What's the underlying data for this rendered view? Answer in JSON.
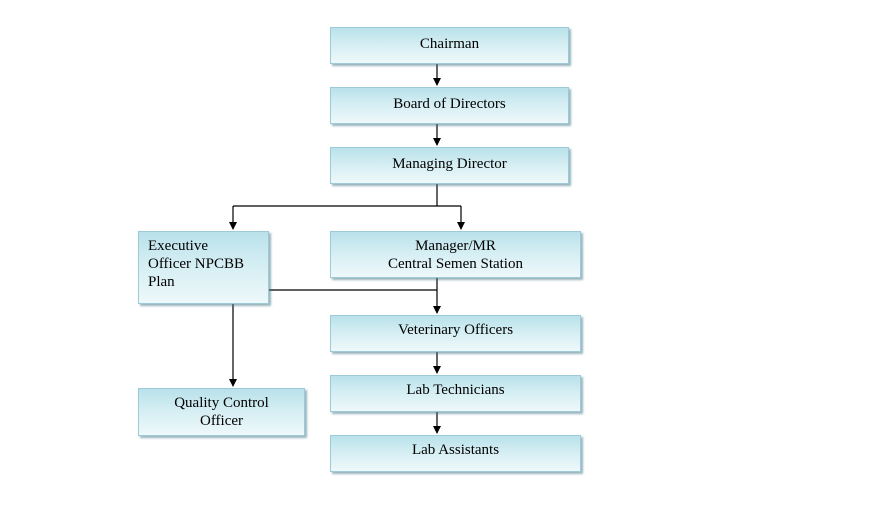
{
  "nodes": {
    "chairman": "Chairman",
    "board": "Board of Directors",
    "managing_director": "Managing Director",
    "executive_officer": "Executive\nOfficer NPCBB\nPlan",
    "manager": "Manager/MR\nCentral Semen Station",
    "veterinary": "Veterinary Officers",
    "quality_control": "Quality Control\nOfficer",
    "lab_technicians": "Lab Technicians",
    "lab_assistants": "Lab Assistants"
  },
  "colors": {
    "box_top": "#b9e1ea",
    "box_bottom": "#eef8fa",
    "border": "#9ccad6",
    "line": "#000000"
  }
}
